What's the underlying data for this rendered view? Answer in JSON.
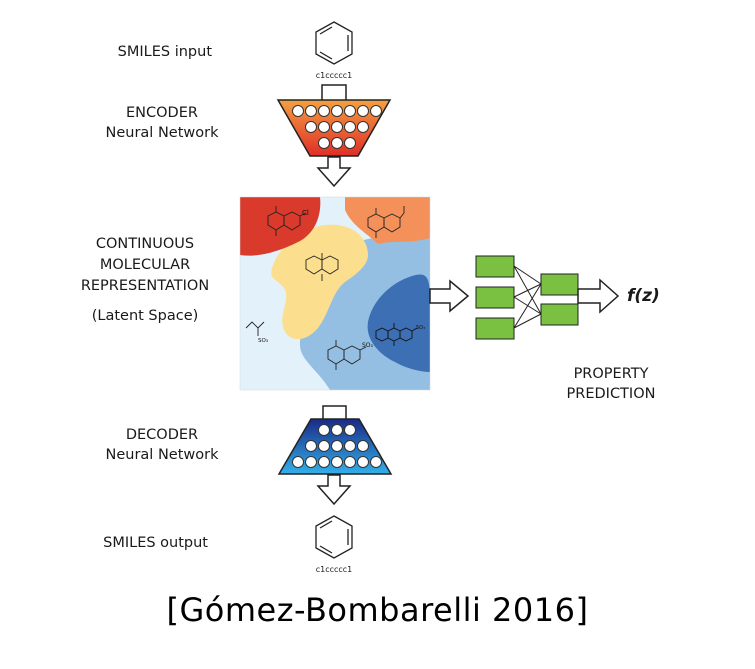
{
  "labels": {
    "smiles_input": "SMILES input",
    "encoder_line1": "ENCODER",
    "encoder_line2": "Neural Network",
    "continuous": "CONTINUOUS",
    "molecular": "MOLECULAR",
    "representation": "REPRESENTATION",
    "latent_space": "(Latent Space)",
    "decoder_line1": "DECODER",
    "decoder_line2": "Neural Network",
    "smiles_output": "SMILES output",
    "property_line1": "PROPERTY",
    "property_line2": "PREDICTION",
    "fz": "f(z)"
  },
  "smiles": {
    "input": "c1ccccc1",
    "output": "c1ccccc1"
  },
  "latent_annotations": {
    "cl": "Cl",
    "so3_a": "SO₃",
    "so3_b": "SO₃",
    "so3_c": "SO₃"
  },
  "citation": "[Gómez-Bombarelli 2016]",
  "colors": {
    "encoder_top": "#f08a30",
    "encoder_bottom": "#e0322a",
    "decoder_top": "#1c2f8c",
    "decoder_bottom": "#2fa8e6",
    "region_red": "#d93a2b",
    "region_orange": "#f4915a",
    "region_yellow": "#fbdf8f",
    "region_lightblue": "#e3f1fa",
    "region_midblue": "#94bfe2",
    "region_darkblue": "#3c6fb4",
    "property_box": "#7ac142"
  }
}
